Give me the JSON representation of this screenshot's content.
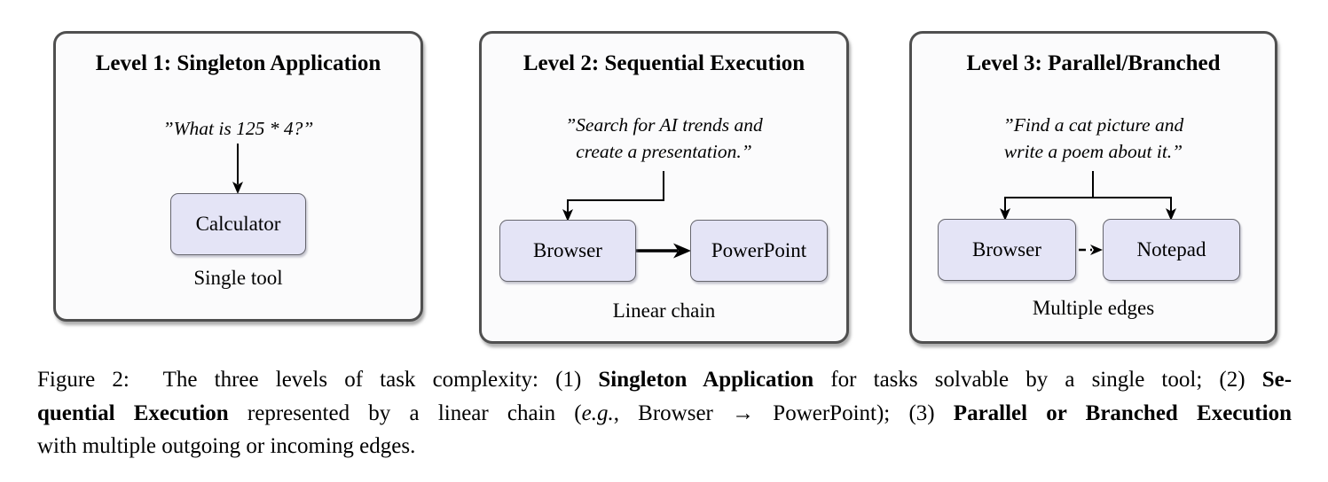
{
  "figure": {
    "colors": {
      "panel_bg": "#fbfbfc",
      "panel_border": "#4f4f4f",
      "node_fill": "#e4e4f6",
      "node_border": "#66666e",
      "arrow": "#000000"
    },
    "panels": [
      {
        "title": "Level 1: Singleton Application",
        "quote_lines": [
          "”What is 125 * 4?”"
        ],
        "nodes": [
          "Calculator"
        ],
        "flow_label": "Single tool"
      },
      {
        "title": "Level 2: Sequential Execution",
        "quote_lines": [
          "”Search for AI trends and",
          "create a presentation.”"
        ],
        "nodes": [
          "Browser",
          "PowerPoint"
        ],
        "flow_label": "Linear chain"
      },
      {
        "title": "Level 3: Parallel/Branched",
        "quote_lines": [
          "”Find a cat picture and",
          "write a poem about it.”"
        ],
        "nodes": [
          "Browser",
          "Notepad"
        ],
        "flow_label": "Multiple edges"
      }
    ]
  },
  "caption": {
    "lines": [
      {
        "segments": [
          {
            "text": "Figure 2:  The three levels of task complexity: (1) "
          },
          {
            "text": "Singleton Application",
            "bold": true
          },
          {
            "text": " for tasks solvable by a single tool; (2) "
          },
          {
            "text": "Se-",
            "bold": true
          }
        ]
      },
      {
        "segments": [
          {
            "text": "quential Execution",
            "bold": true
          },
          {
            "text": " represented by a linear chain ("
          },
          {
            "text": "e.g.",
            "italic": true
          },
          {
            "text": ", Browser → PowerPoint); (3) "
          },
          {
            "text": "Parallel or Branched Execution",
            "bold": true
          }
        ]
      },
      {
        "segments": [
          {
            "text": "with multiple outgoing or incoming edges."
          }
        ]
      }
    ]
  }
}
